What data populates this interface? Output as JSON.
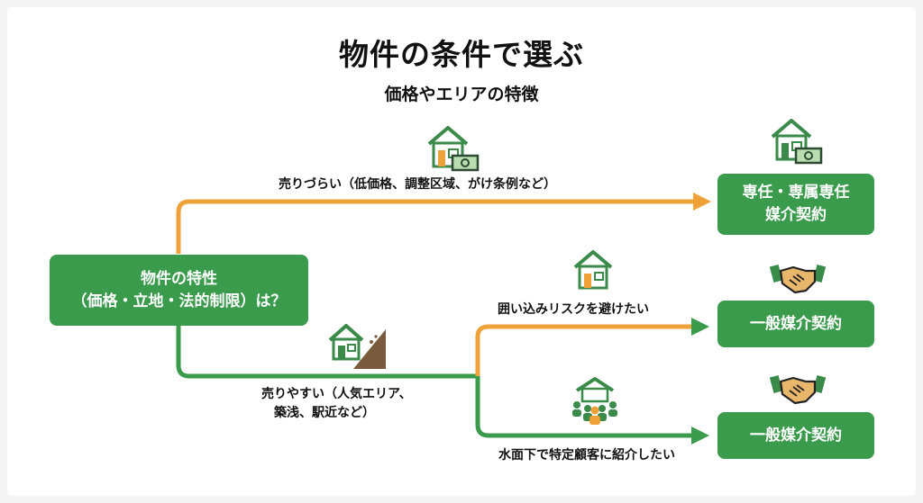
{
  "title": "物件の条件で選ぶ",
  "subtitle": "価格やエリアの特徴",
  "source": {
    "line1": "物件の特性",
    "line2": "（価格・立地・法的制限）は？"
  },
  "branch_hard": {
    "label": "売りづらい（低価格、調整区域、がけ条例など）",
    "target_line1": "専任・専属専任",
    "target_line2": "媒介契約"
  },
  "branch_easy": {
    "label_line1": "売りやすい（人気エリア、",
    "label_line2": "築浅、駅近など）"
  },
  "sub_upper": {
    "label": "囲い込みリスクを避けたい",
    "target": "一般媒介契約"
  },
  "sub_lower": {
    "label": "水面下で特定顧客に紹介したい",
    "target": "一般媒介契約"
  },
  "colors": {
    "orange": "#f0a23a",
    "green": "#3a9b4c",
    "house_green": "#3a8a4a",
    "bill_green": "#b9dcb0",
    "hand_tan": "#e9b76c",
    "soil_brown": "#7a5a3c"
  },
  "icons": {
    "house_money": "house-money-icon",
    "handshake": "handshake-icon",
    "house_slope": "house-slope-icon",
    "house_crowd": "house-crowd-icon"
  }
}
